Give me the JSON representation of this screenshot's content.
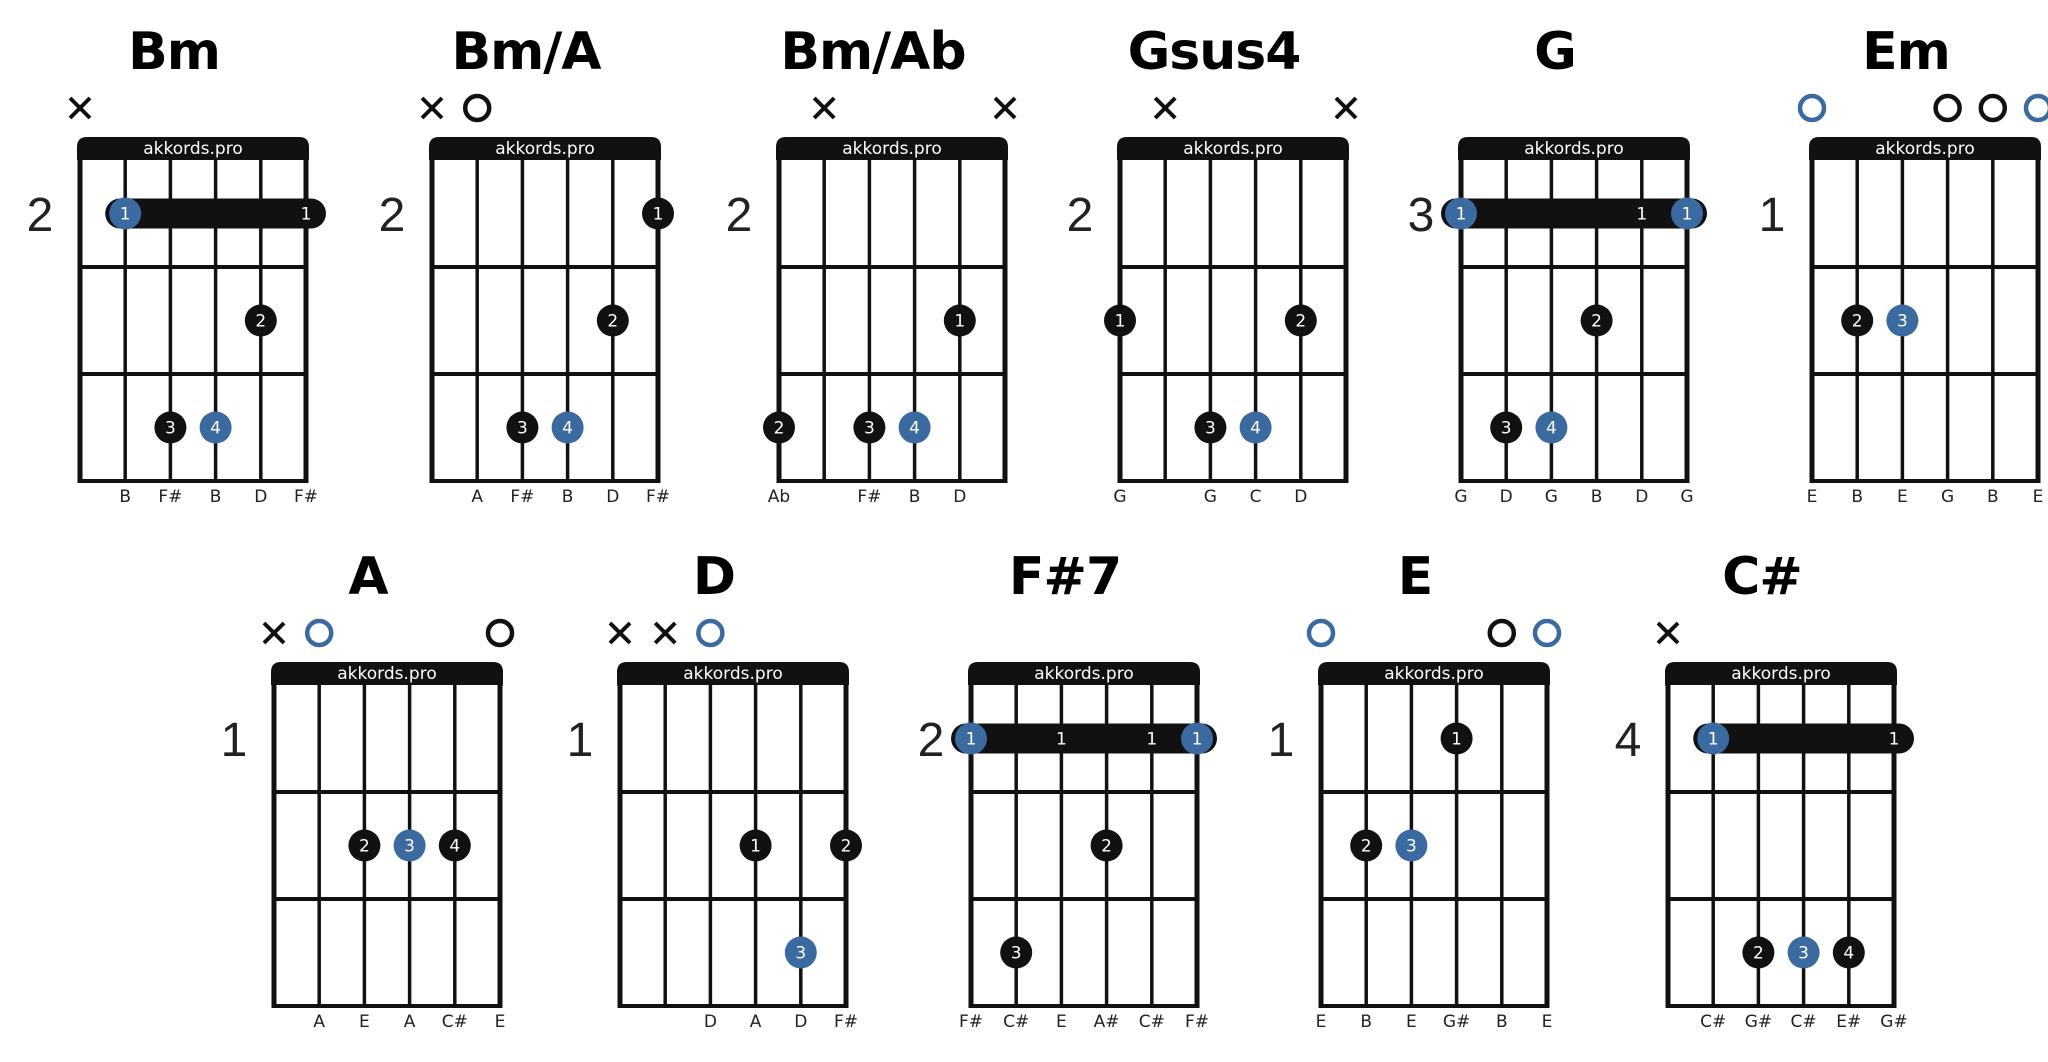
{
  "watermark": "akkords.pro",
  "colors": {
    "black": "#111111",
    "accent": "#3b6aa0",
    "white": "#ffffff"
  },
  "chords": [
    {
      "name": "Bm",
      "fret": "2",
      "markers": [
        "x",
        null,
        null,
        null,
        null,
        null
      ],
      "barre": {
        "fret": 1,
        "from": 1,
        "to": 5,
        "finger_labels": [
          [
            "1",
            1,
            "accent"
          ],
          [
            "1",
            5,
            "plain"
          ]
        ]
      },
      "dots": [
        {
          "string": 4,
          "fret": 2,
          "finger": "2",
          "color": "black"
        },
        {
          "string": 2,
          "fret": 3,
          "finger": "3",
          "color": "black"
        },
        {
          "string": 3,
          "fret": 3,
          "finger": "4",
          "color": "accent"
        }
      ],
      "notes": [
        "",
        "B",
        "F#",
        "B",
        "D",
        "F#"
      ]
    },
    {
      "name": "Bm/A",
      "fret": "2",
      "markers": [
        "x",
        "o",
        null,
        null,
        null,
        null
      ],
      "barre": null,
      "dots": [
        {
          "string": 5,
          "fret": 1,
          "finger": "1",
          "color": "black"
        },
        {
          "string": 4,
          "fret": 2,
          "finger": "2",
          "color": "black"
        },
        {
          "string": 2,
          "fret": 3,
          "finger": "3",
          "color": "black"
        },
        {
          "string": 3,
          "fret": 3,
          "finger": "4",
          "color": "accent"
        }
      ],
      "notes": [
        "",
        "A",
        "F#",
        "B",
        "D",
        "F#"
      ]
    },
    {
      "name": "Bm/Ab",
      "fret": "2",
      "markers": [
        null,
        "x",
        null,
        null,
        null,
        "x"
      ],
      "barre": null,
      "dots": [
        {
          "string": 4,
          "fret": 2,
          "finger": "1",
          "color": "black"
        },
        {
          "string": 0,
          "fret": 3,
          "finger": "2",
          "color": "black"
        },
        {
          "string": 2,
          "fret": 3,
          "finger": "3",
          "color": "black"
        },
        {
          "string": 3,
          "fret": 3,
          "finger": "4",
          "color": "accent"
        }
      ],
      "notes": [
        "Ab",
        "",
        "F#",
        "B",
        "D",
        ""
      ]
    },
    {
      "name": "Gsus4",
      "fret": "2",
      "markers": [
        null,
        "x",
        null,
        null,
        null,
        "x"
      ],
      "barre": null,
      "dots": [
        {
          "string": 0,
          "fret": 2,
          "finger": "1",
          "color": "black"
        },
        {
          "string": 4,
          "fret": 2,
          "finger": "2",
          "color": "black"
        },
        {
          "string": 2,
          "fret": 3,
          "finger": "3",
          "color": "black"
        },
        {
          "string": 3,
          "fret": 3,
          "finger": "4",
          "color": "accent"
        }
      ],
      "notes": [
        "G",
        "",
        "G",
        "C",
        "D",
        ""
      ]
    },
    {
      "name": "G",
      "fret": "3",
      "markers": [
        null,
        null,
        null,
        null,
        null,
        null
      ],
      "barre": {
        "fret": 1,
        "from": 0,
        "to": 5,
        "finger_labels": [
          [
            "1",
            0,
            "accent"
          ],
          [
            "1",
            4,
            "plain"
          ],
          [
            "1",
            5,
            "accent"
          ]
        ]
      },
      "dots": [
        {
          "string": 3,
          "fret": 2,
          "finger": "2",
          "color": "black"
        },
        {
          "string": 1,
          "fret": 3,
          "finger": "3",
          "color": "black"
        },
        {
          "string": 2,
          "fret": 3,
          "finger": "4",
          "color": "accent"
        }
      ],
      "notes": [
        "G",
        "D",
        "G",
        "B",
        "D",
        "G"
      ]
    },
    {
      "name": "Em",
      "fret": "1",
      "markers": [
        "o-accent",
        null,
        null,
        "o",
        "o",
        "o-accent"
      ],
      "barre": null,
      "dots": [
        {
          "string": 1,
          "fret": 2,
          "finger": "2",
          "color": "black"
        },
        {
          "string": 2,
          "fret": 2,
          "finger": "3",
          "color": "accent"
        }
      ],
      "notes": [
        "E",
        "B",
        "E",
        "G",
        "B",
        "E"
      ]
    },
    {
      "name": "A",
      "fret": "1",
      "markers": [
        "x",
        "o-accent",
        null,
        null,
        null,
        "o"
      ],
      "barre": null,
      "dots": [
        {
          "string": 2,
          "fret": 2,
          "finger": "2",
          "color": "black"
        },
        {
          "string": 3,
          "fret": 2,
          "finger": "3",
          "color": "accent"
        },
        {
          "string": 4,
          "fret": 2,
          "finger": "4",
          "color": "black"
        }
      ],
      "notes": [
        "",
        "A",
        "E",
        "A",
        "C#",
        "E"
      ]
    },
    {
      "name": "D",
      "fret": "1",
      "markers": [
        "x",
        "x",
        "o-accent",
        null,
        null,
        null
      ],
      "barre": null,
      "dots": [
        {
          "string": 3,
          "fret": 2,
          "finger": "1",
          "color": "black"
        },
        {
          "string": 5,
          "fret": 2,
          "finger": "2",
          "color": "black"
        },
        {
          "string": 4,
          "fret": 3,
          "finger": "3",
          "color": "accent"
        }
      ],
      "notes": [
        "",
        "",
        "D",
        "A",
        "D",
        "F#"
      ]
    },
    {
      "name": "F#7",
      "fret": "2",
      "markers": [
        null,
        null,
        null,
        null,
        null,
        null
      ],
      "barre": {
        "fret": 1,
        "from": 0,
        "to": 5,
        "finger_labels": [
          [
            "1",
            0,
            "accent"
          ],
          [
            "1",
            2,
            "plain"
          ],
          [
            "1",
            4,
            "plain"
          ],
          [
            "1",
            5,
            "accent"
          ]
        ]
      },
      "dots": [
        {
          "string": 3,
          "fret": 2,
          "finger": "2",
          "color": "black"
        },
        {
          "string": 1,
          "fret": 3,
          "finger": "3",
          "color": "black"
        }
      ],
      "notes": [
        "F#",
        "C#",
        "E",
        "A#",
        "C#",
        "F#"
      ]
    },
    {
      "name": "E",
      "fret": "1",
      "markers": [
        "o-accent",
        null,
        null,
        null,
        "o",
        "o-accent"
      ],
      "barre": null,
      "dots": [
        {
          "string": 3,
          "fret": 1,
          "finger": "1",
          "color": "black"
        },
        {
          "string": 1,
          "fret": 2,
          "finger": "2",
          "color": "black"
        },
        {
          "string": 2,
          "fret": 2,
          "finger": "3",
          "color": "accent"
        }
      ],
      "notes": [
        "E",
        "B",
        "E",
        "G#",
        "B",
        "E"
      ]
    },
    {
      "name": "C#",
      "fret": "4",
      "markers": [
        "x",
        null,
        null,
        null,
        null,
        null
      ],
      "barre": {
        "fret": 1,
        "from": 1,
        "to": 5,
        "finger_labels": [
          [
            "1",
            1,
            "accent"
          ],
          [
            "1",
            5,
            "plain"
          ]
        ]
      },
      "dots": [
        {
          "string": 2,
          "fret": 3,
          "finger": "2",
          "color": "black"
        },
        {
          "string": 3,
          "fret": 3,
          "finger": "3",
          "color": "accent"
        },
        {
          "string": 4,
          "fret": 3,
          "finger": "4",
          "color": "black"
        }
      ],
      "notes": [
        "",
        "C#",
        "G#",
        "C#",
        "E#",
        "G#"
      ]
    }
  ]
}
